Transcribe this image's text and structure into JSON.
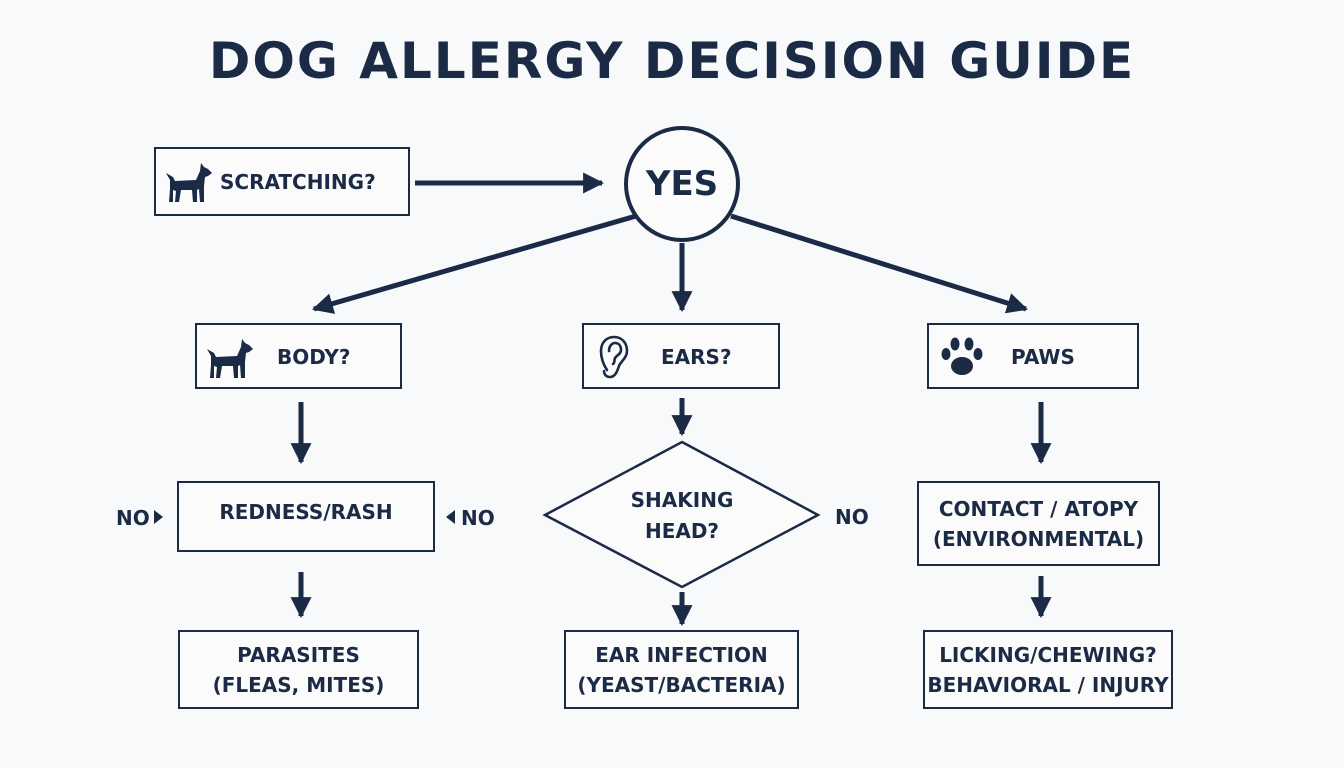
{
  "title": "DOG ALLERGY DECISION GUIDE",
  "nodes": {
    "start": {
      "label": "SCRATCHING?",
      "icon": "dog-silhouette-icon"
    },
    "yes": {
      "label": "YES"
    },
    "body": {
      "label": "BODY?",
      "icon": "dog-silhouette-icon"
    },
    "ears": {
      "label": "EARS?",
      "icon": "ear-icon"
    },
    "paws": {
      "label": "PAWS",
      "icon": "paw-print-icon"
    },
    "redness": {
      "label": "REDNESS/RASH"
    },
    "shaking": {
      "line1": "SHAKING",
      "line2": "HEAD?"
    },
    "contact": {
      "line1": "CONTACT / ATOPY",
      "line2": "(ENVIRONMENTAL)"
    },
    "parasites": {
      "line1": "PARASITES",
      "line2": "(FLEAS, MITES)"
    },
    "ear_infection": {
      "line1": "EAR INFECTION",
      "line2": "(YEAST/BACTERIA)"
    },
    "licking": {
      "line1": "LICKING/CHEWING?",
      "line2": "BEHAVIORAL / INJURY"
    }
  },
  "branch_labels": {
    "no_left": "NO",
    "no_middle": "NO",
    "no_right": "NO"
  },
  "colors": {
    "ink": "#1b2a45",
    "background": "#f8f9fa"
  }
}
